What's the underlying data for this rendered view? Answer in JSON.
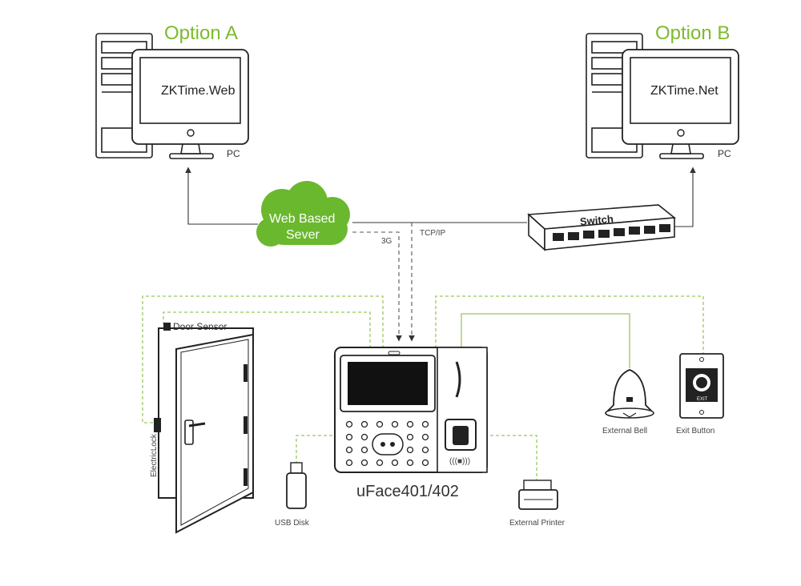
{
  "option_a": {
    "title": "Option A",
    "screen": "ZKTime.Web",
    "pc_label": "PC"
  },
  "option_b": {
    "title": "Option B",
    "screen": "ZKTime.Net",
    "pc_label": "PC"
  },
  "cloud": {
    "line1": "Web Based",
    "line2": "Sever"
  },
  "switch_label": "Switch",
  "links": {
    "g3": "3G",
    "tcpip": "TCP/IP"
  },
  "device": {
    "label": "uFace401/402"
  },
  "door": {
    "sensor_label": "Door Sensor",
    "lock_label": "ElectricLock"
  },
  "peripherals": {
    "usb": "USB Disk",
    "printer": "External Printer",
    "bell": "External Bell",
    "exit": "Exit Button",
    "exit_plate": "EXIT"
  },
  "colors": {
    "accent_green": "#7cbb2e",
    "cloud_green": "#6ab82e",
    "line_dark": "#333333"
  }
}
